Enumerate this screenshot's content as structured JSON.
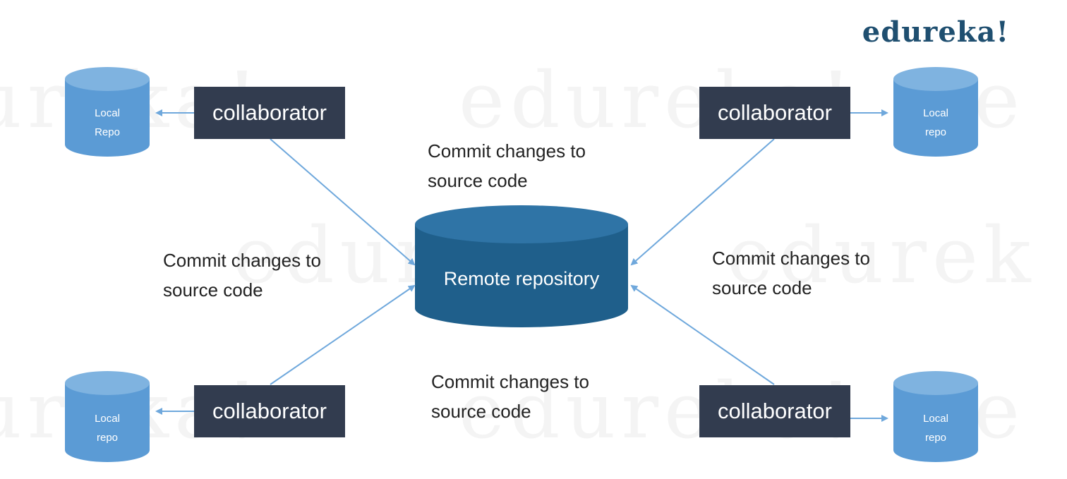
{
  "logo": "edureka!",
  "watermark_text": "edureka!",
  "colors": {
    "collaborator_box": "#323c4f",
    "remote_repo": "#1f5f8b",
    "local_repo": "#5b9bd5",
    "arrow": "#6fa8dc",
    "logo": "#1f4f70"
  },
  "remote_repository": {
    "label": "Remote repository"
  },
  "collaborators": [
    {
      "label": "collaborator",
      "local_repo": "Local\nRepo"
    },
    {
      "label": "collaborator",
      "local_repo": "Local\nrepo"
    },
    {
      "label": "collaborator",
      "local_repo": "Local\nrepo"
    },
    {
      "label": "collaborator",
      "local_repo": "Local\nrepo"
    }
  ],
  "captions": [
    "Commit changes to\nsource code",
    "Commit changes to\nsource code",
    "Commit changes to\nsource code",
    "Commit changes to\nsource code"
  ]
}
